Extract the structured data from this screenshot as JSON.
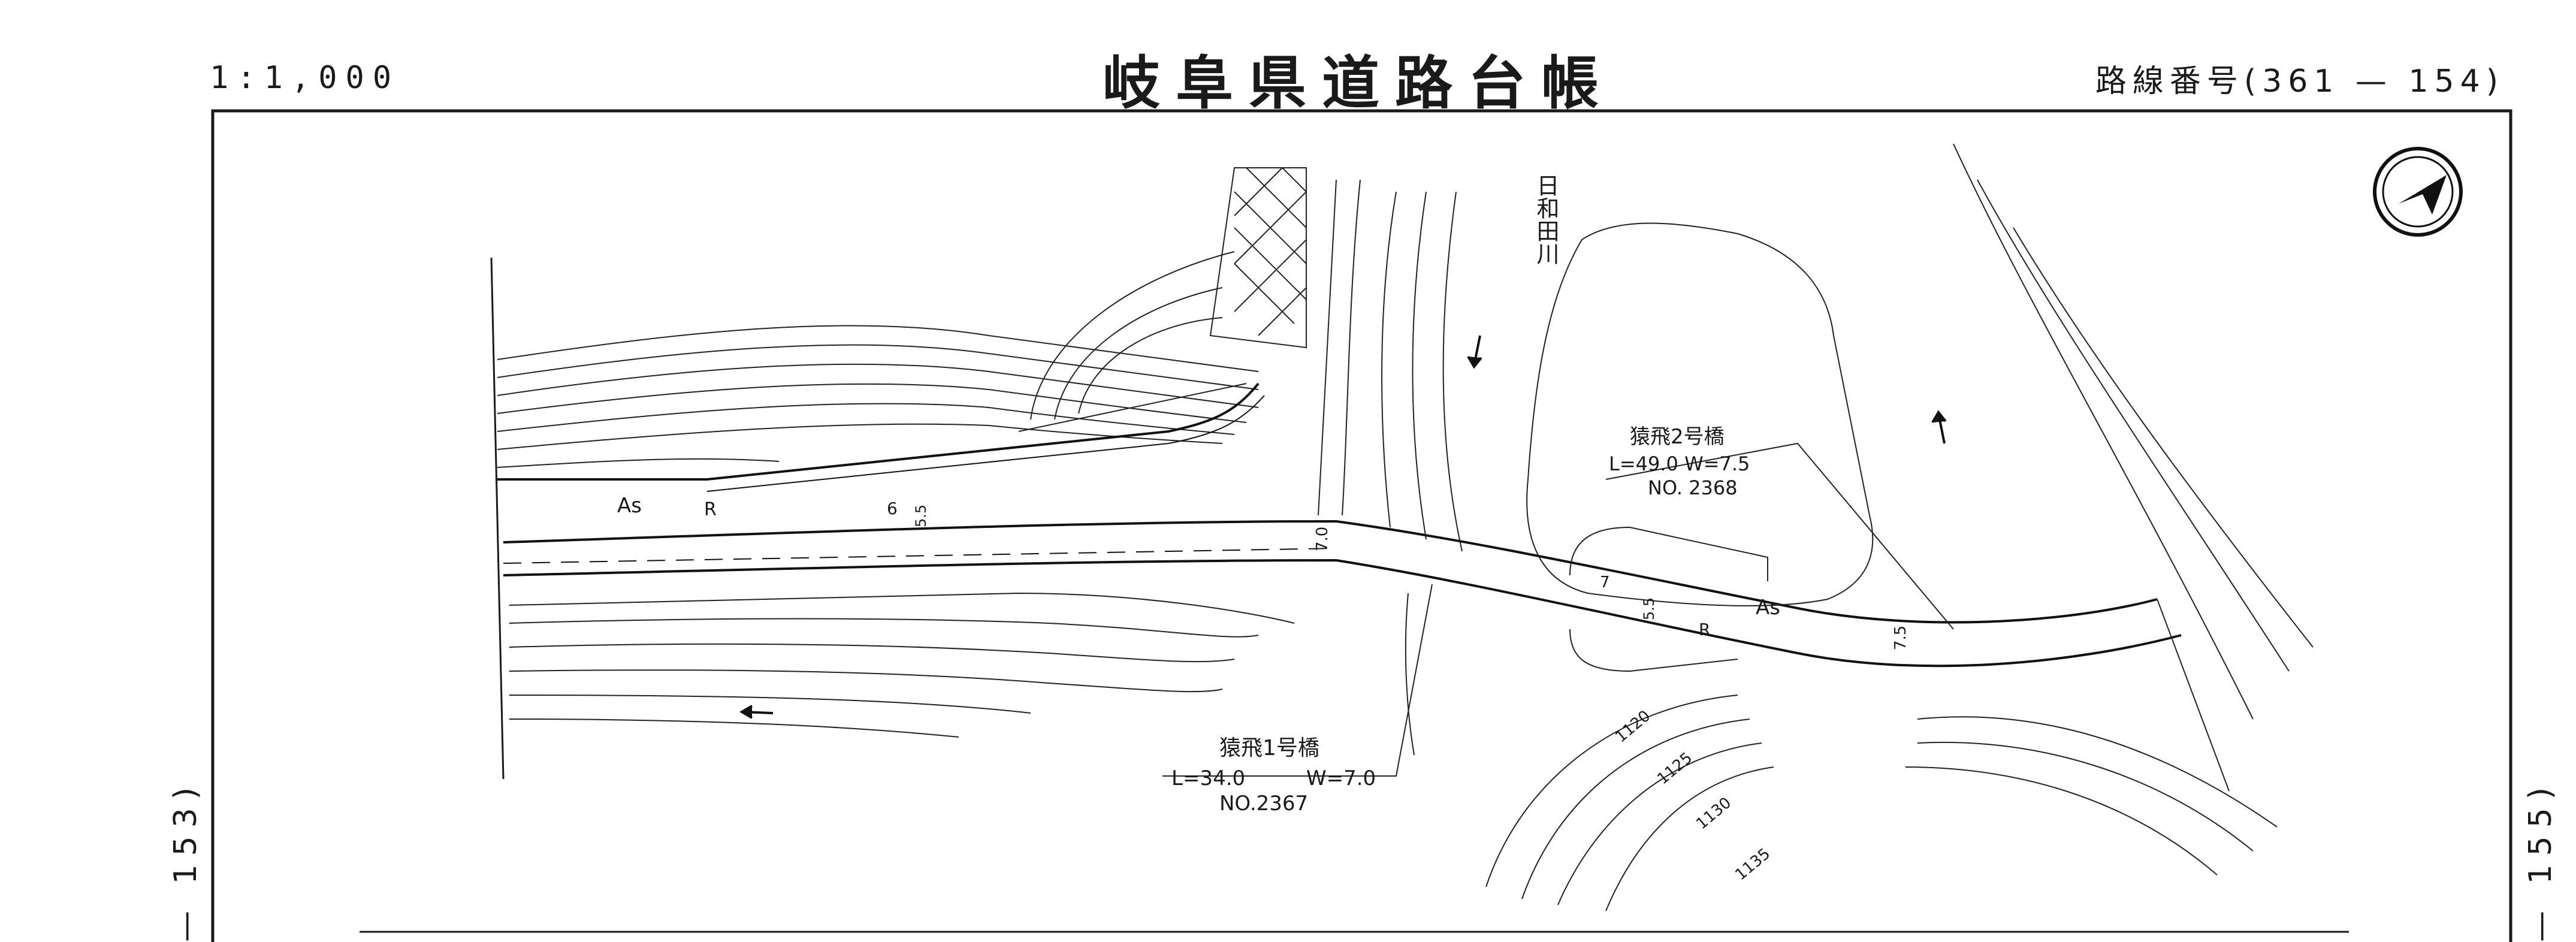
{
  "header": {
    "scale": "1:1,000",
    "title": "岐阜県道路台帳",
    "route_label": "路線番号(361 — 154)"
  },
  "edges": {
    "left_ref": "— 153)",
    "right_ref": "— 155)"
  },
  "map": {
    "north_arrow_icon": "north-arrow-icon",
    "river_name": "日和田川",
    "road_surface": "As",
    "road_marks": [
      "R",
      "6",
      "5.5",
      "7.0",
      "7",
      "5.5",
      "R",
      "7.5"
    ],
    "bridge_1": {
      "name": "猿飛1号橋",
      "spec_length": "L=34.0",
      "spec_width": "W=7.0",
      "number": "NO.2367"
    },
    "bridge_2": {
      "name": "猿飛2号橋",
      "spec": "L=49.0 W=7.5",
      "number": "NO. 2368"
    },
    "contour_labels": [
      "1120",
      "1125",
      "1130",
      "1135"
    ]
  }
}
